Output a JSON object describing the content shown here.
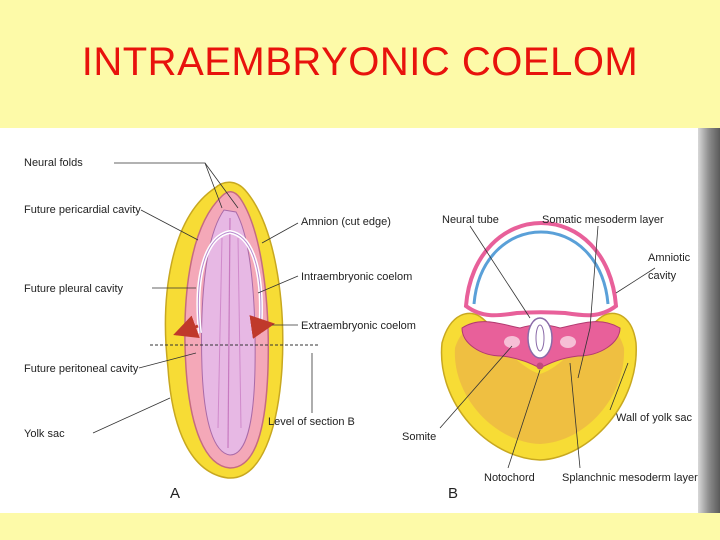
{
  "slide": {
    "title": "INTRAEMBRYONIC COELOM"
  },
  "figure": {
    "panel_a_letter": "A",
    "panel_b_letter": "B",
    "labels_a": {
      "neural_folds": "Neural folds",
      "future_pericardial": "Future pericardial cavity",
      "future_pleural": "Future pleural cavity",
      "future_peritoneal": "Future peritoneal cavity",
      "yolk_sac": "Yolk sac",
      "amnion_cut_edge": "Amnion (cut edge)",
      "intraembryonic_coelom": "Intraembryonic coelom",
      "extraembryonic_coelom": "Extraembryonic coelom",
      "level_of_section_b": "Level of section B"
    },
    "labels_b": {
      "neural_tube": "Neural tube",
      "somatic_mesoderm": "Somatic mesoderm layer",
      "amniotic_cavity_1": "Amniotic",
      "amniotic_cavity_2": "cavity",
      "somite": "Somite",
      "notochord": "Notochord",
      "wall_of_yolk_sac": "Wall of yolk sac",
      "splanchnic_mesoderm": "Splanchnic mesoderm layer"
    }
  }
}
